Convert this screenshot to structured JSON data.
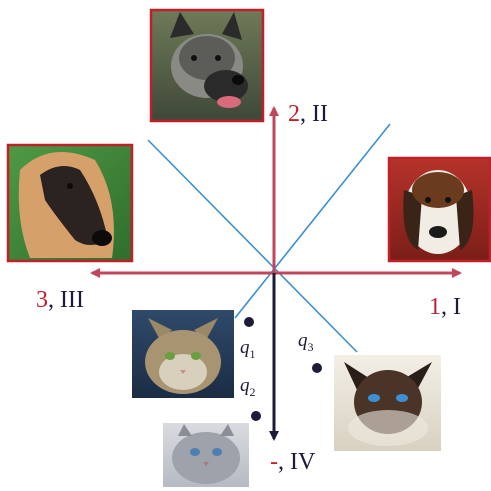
{
  "axes": [
    {
      "id": "axis-1",
      "num": "1",
      "sep": ", ",
      "roman": "I"
    },
    {
      "id": "axis-2",
      "num": "2",
      "sep": ", ",
      "roman": "II"
    },
    {
      "id": "axis-3",
      "num": "3",
      "sep": ", ",
      "roman": "III"
    },
    {
      "id": "axis-neg",
      "num": "-",
      "sep": ", ",
      "roman": "IV"
    }
  ],
  "queries": [
    {
      "id": "q1",
      "symbol": "q",
      "sub": "1"
    },
    {
      "id": "q2",
      "symbol": "q",
      "sub": "2"
    },
    {
      "id": "q3",
      "symbol": "q",
      "sub": "3"
    }
  ],
  "images": [
    {
      "id": "dog-elkhound",
      "subject": "Norwegian elkhound dog",
      "frame": "red-border"
    },
    {
      "id": "dog-afghan",
      "subject": "Afghan hound dog",
      "frame": "red-border"
    },
    {
      "id": "dog-coonhound",
      "subject": "Treeing walker coonhound dog",
      "frame": "red-border"
    },
    {
      "id": "cat-maine-coon",
      "subject": "Tabby Maine coon cat",
      "frame": "none"
    },
    {
      "id": "cat-persian",
      "subject": "Grey Persian cat",
      "frame": "none"
    },
    {
      "id": "cat-siamese",
      "subject": "Siamese cat",
      "frame": "none"
    }
  ],
  "colors": {
    "positive_axis": "#c0465a",
    "negative_axis": "#1c1c3a",
    "diagonal": "#3b8fd0",
    "frame": "#c0202a",
    "label_number": "#c0202a",
    "label_text": "#1c1c3a"
  }
}
